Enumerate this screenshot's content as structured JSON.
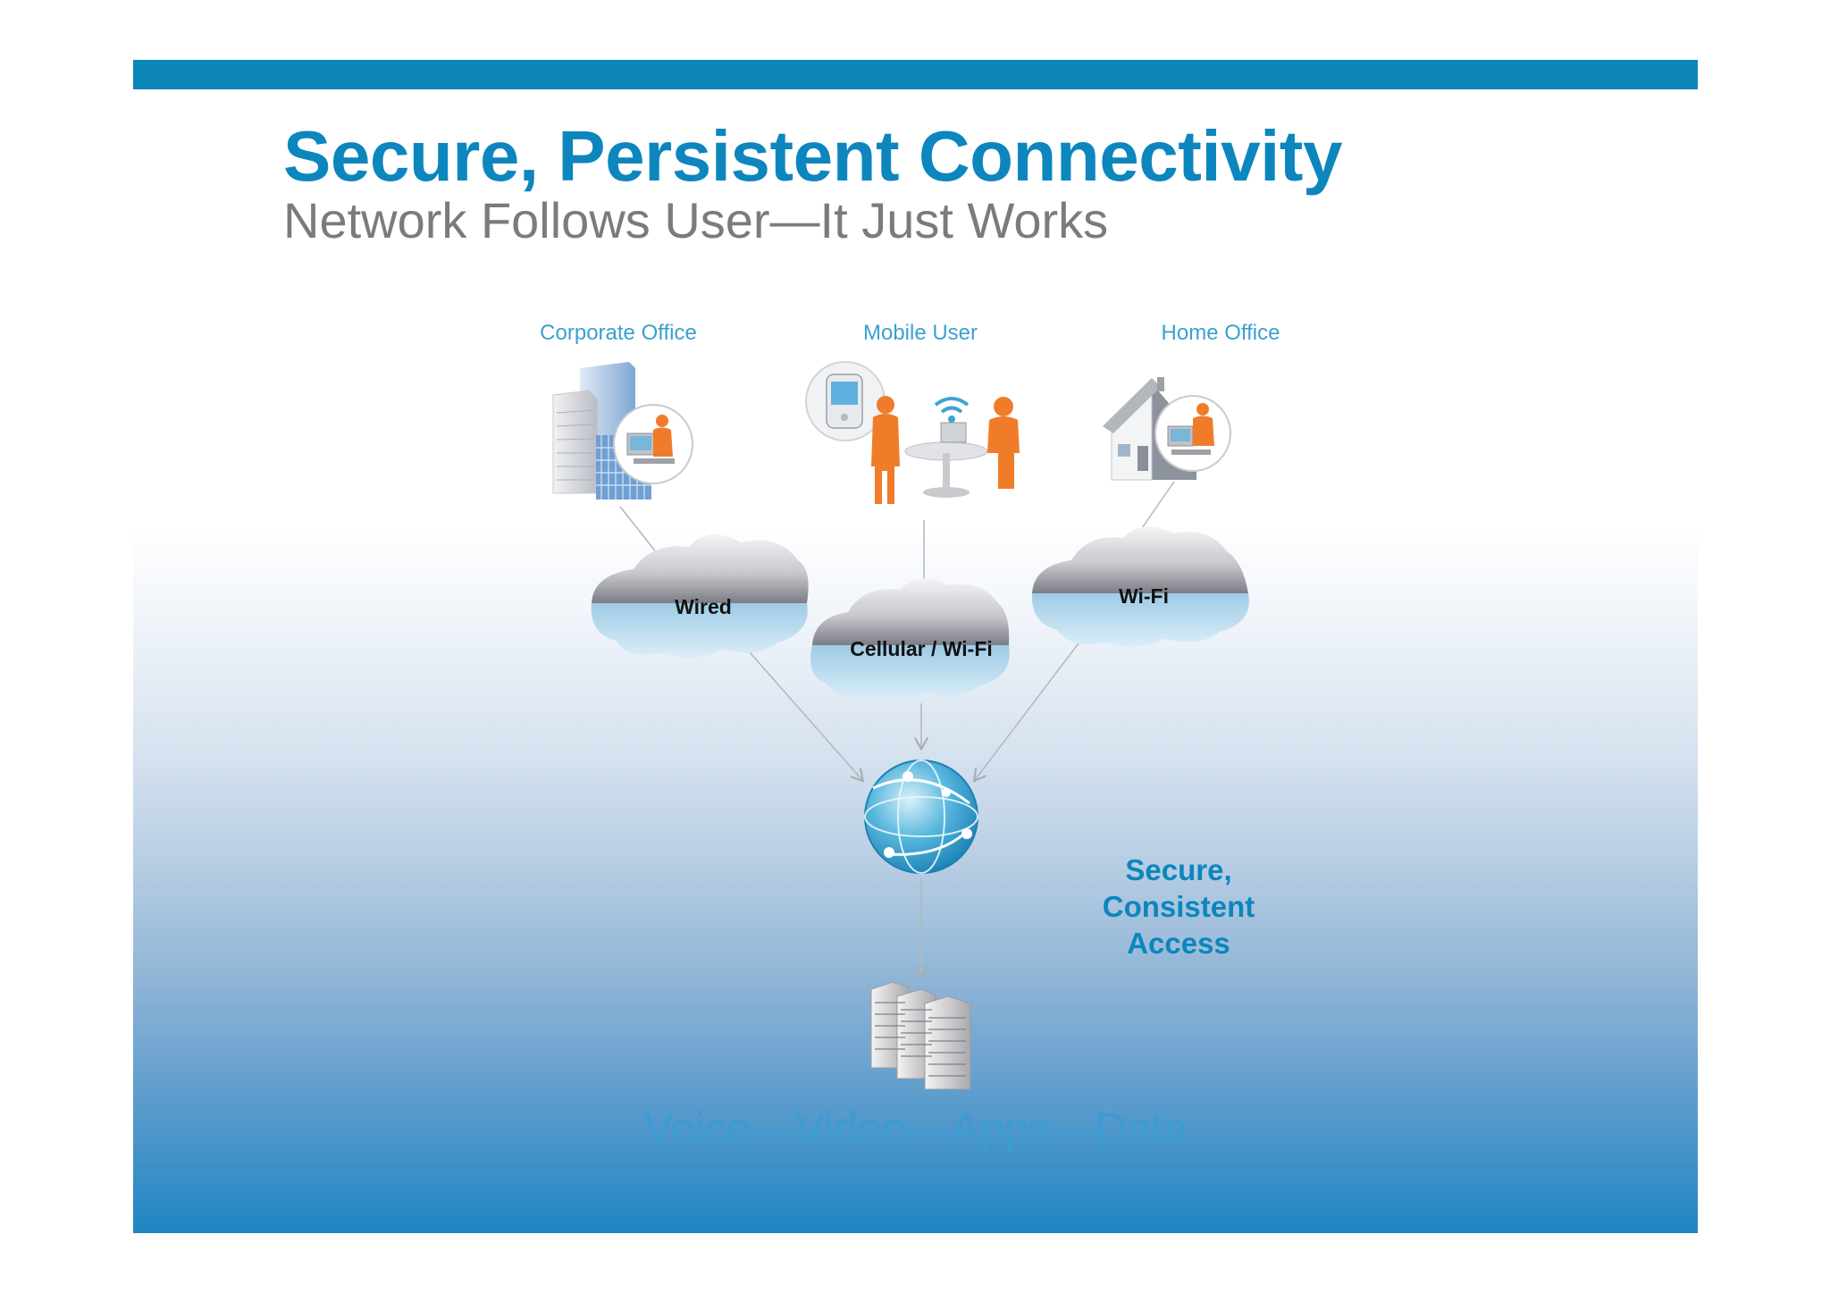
{
  "slide": {
    "title": "Secure, Persistent Connectivity",
    "subtitle": "Network Follows User—It Just Works",
    "accent_color": "#0c85b8"
  },
  "locations": [
    {
      "label": "Corporate Office",
      "icon": "office-buildings-icon"
    },
    {
      "label": "Mobile User",
      "icon": "mobile-user-icon"
    },
    {
      "label": "Home Office",
      "icon": "house-icon"
    }
  ],
  "clouds": [
    {
      "label": "Wired"
    },
    {
      "label": "Cellular / Wi-Fi"
    },
    {
      "label": "Wi-Fi"
    }
  ],
  "network": {
    "icon": "globe-network-icon"
  },
  "datacenter": {
    "icon": "server-racks-icon"
  },
  "side_note": {
    "line1": "Secure,",
    "line2": "Consistent",
    "line3": "Access"
  },
  "services": "Voice—Video—Apps—Data"
}
